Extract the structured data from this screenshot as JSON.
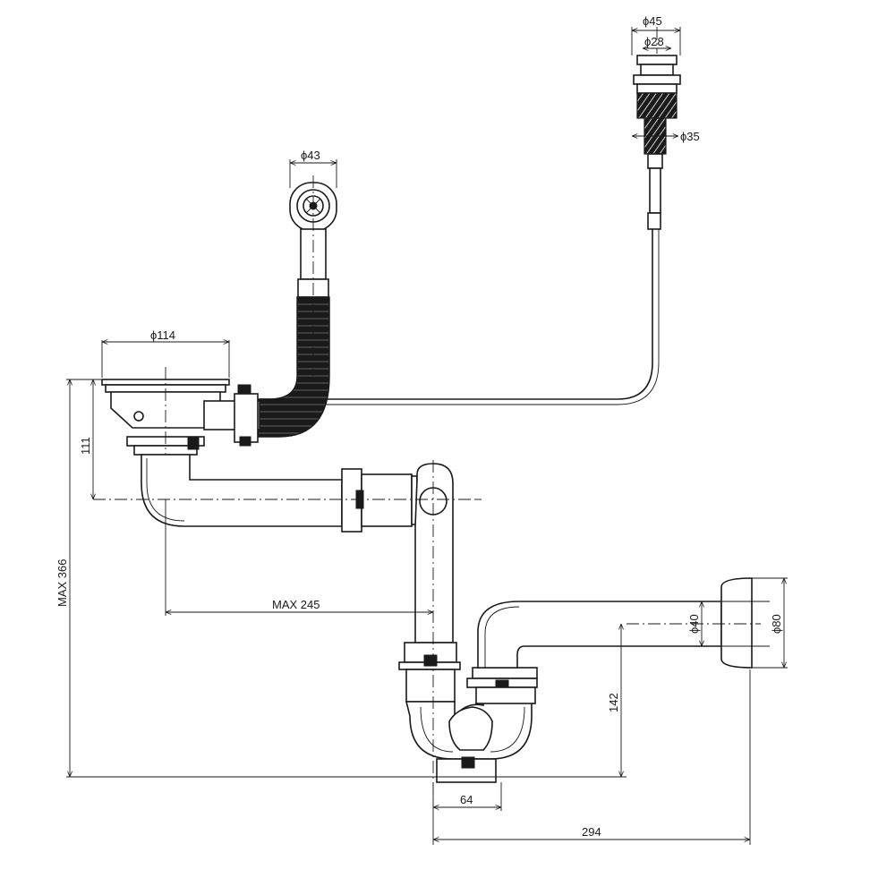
{
  "dimensions": {
    "d45": "ϕ45",
    "d28": "ϕ28",
    "d35": "ϕ35",
    "d43": "ϕ43",
    "d114": "ϕ114",
    "d40": "ϕ40",
    "d80": "ϕ80",
    "h111": "111",
    "max366": "MAX  366",
    "max245": "MAX  245",
    "h142": "142",
    "w64": "64",
    "w294": "294"
  },
  "colors": {
    "line": "#1a1a1a",
    "background": "#ffffff"
  }
}
